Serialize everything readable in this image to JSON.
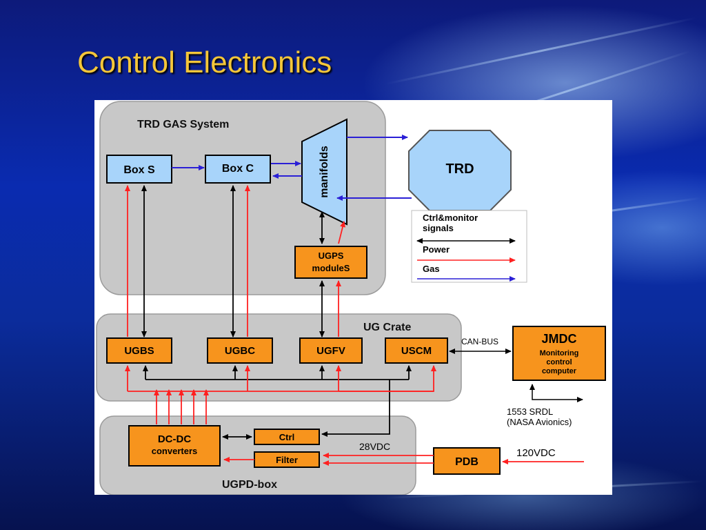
{
  "slide": {
    "title": "Control Electronics"
  },
  "diagram": {
    "groups": {
      "trd_gas": "TRD GAS System",
      "ug_crate": "UG Crate",
      "ugpd_box": "UGPD-box"
    },
    "nodes": {
      "box_s": "Box S",
      "box_c": "Box C",
      "manifolds": "manifolds",
      "trd": "TRD",
      "ugps_l1": "UGPS",
      "ugps_l2": "moduleS",
      "ugbs": "UGBS",
      "ugbc": "UGBC",
      "ugfv": "UGFV",
      "uscm": "USCM",
      "jmdc_title": "JMDC",
      "jmdc_l1": "Monitoring",
      "jmdc_l2": "control",
      "jmdc_l3": "computer",
      "dcdc_l1": "DC-DC",
      "dcdc_l2": "converters",
      "ctrl": "Ctrl",
      "filter": "Filter",
      "pdb": "PDB"
    },
    "labels": {
      "can_bus": "CAN-BUS",
      "srdl_l1": "1553 SRDL",
      "srdl_l2": "(NASA Avionics)",
      "v28": "28VDC",
      "v120": "120VDC"
    },
    "legend": {
      "ctrl_l1": "Ctrl&monitor",
      "ctrl_l2": "signals",
      "power": "Power",
      "gas": "Gas"
    },
    "colors": {
      "group_fill": "#c8c8c8",
      "node_blue": "#a8d4fa",
      "node_orange": "#f7941d",
      "ctrl_line": "#000000",
      "power_line": "#ff2020",
      "gas_line": "#2a1fd6"
    }
  }
}
